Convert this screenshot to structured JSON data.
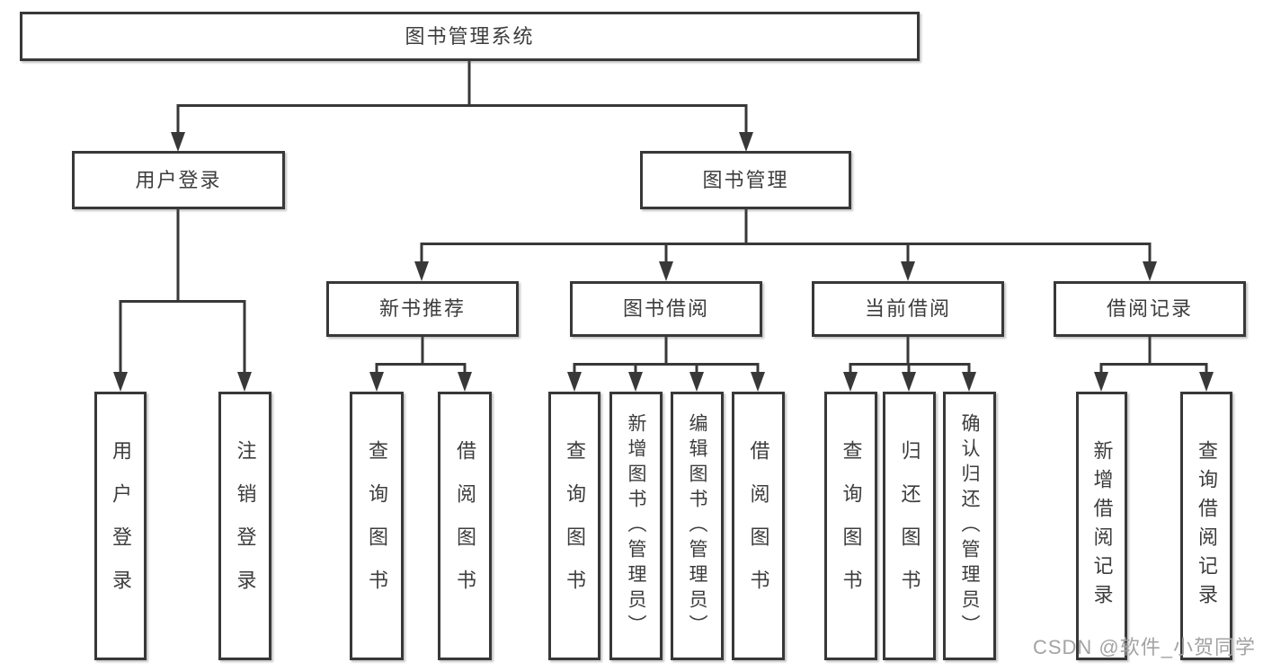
{
  "diagram_title": "图书管理系统",
  "nodes": {
    "root": "图书管理系统",
    "user_login": "用户登录",
    "book_mgmt": "图书管理",
    "login": "用户登录",
    "logout": "注销登录",
    "new_books": "新书推荐",
    "borrowing": "图书借阅",
    "current": "当前借阅",
    "records": "借阅记录",
    "nb_query": "查询图书",
    "nb_borrow": "借阅图书",
    "bw_query": "查询图书",
    "bw_add": "新增图书（管理员）",
    "bw_edit": "编辑图书（管理员）",
    "bw_borrow": "借阅图书",
    "cu_query": "查询图书",
    "cu_return": "归还图书",
    "cu_confirm": "确认归还（管理员）",
    "rc_add": "新增借阅记录",
    "rc_query": "查询借阅记录"
  },
  "hierarchy": {
    "图书管理系统": {
      "用户登录": [
        "用户登录",
        "注销登录"
      ],
      "图书管理": {
        "新书推荐": [
          "查询图书",
          "借阅图书"
        ],
        "图书借阅": [
          "查询图书",
          "新增图书（管理员）",
          "编辑图书（管理员）",
          "借阅图书"
        ],
        "当前借阅": [
          "查询图书",
          "归还图书",
          "确认归还（管理员）"
        ],
        "借阅记录": [
          "新增借阅记录",
          "查询借阅记录"
        ]
      }
    }
  },
  "watermark": "CSDN @软件_小贺同学",
  "colors": {
    "line": "#383838",
    "box_border": "#383838",
    "text": "#3d3d3d",
    "background": "#ffffff",
    "watermark": "#a3a3a3"
  }
}
